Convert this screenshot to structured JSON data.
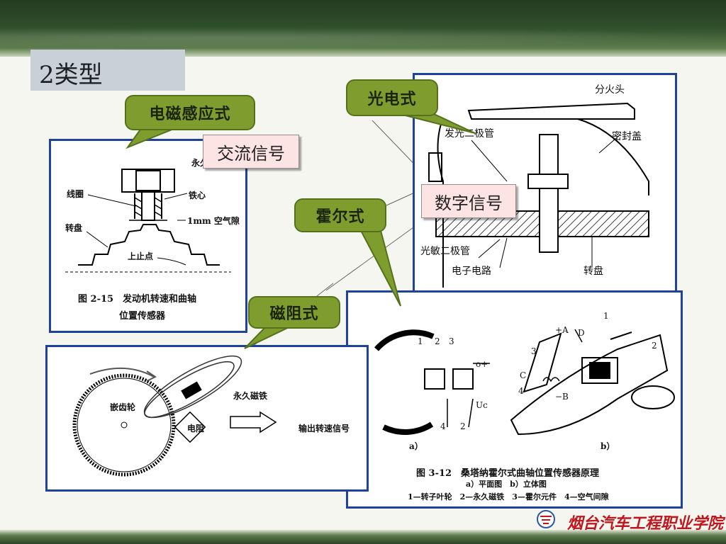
{
  "slide": {
    "title": "2类型"
  },
  "callouts": {
    "em": "电磁感应式",
    "photo": "光电式",
    "hall": "霍尔式",
    "mr": "磁阻式"
  },
  "signals": {
    "ac": "交流信号",
    "digital": "数字信号"
  },
  "fig_em": {
    "lbl_coil": "线圈",
    "lbl_magnet": "永久",
    "lbl_core": "铁心",
    "lbl_gap": "1mm 空气隙",
    "lbl_disc": "转盘",
    "lbl_tdc": "上止点",
    "caption1": "图 2-15　发动机转速和曲轴",
    "caption2": "位置传感器"
  },
  "fig_photo": {
    "lbl_rotor": "分火头",
    "lbl_led": "发光二极管",
    "lbl_cover": "密封盖",
    "lbl_pd": "光敏二极管",
    "lbl_circuit": "电子电路",
    "lbl_disc": "转盘"
  },
  "fig_hall": {
    "n1": "1",
    "n2": "2",
    "n3": "3",
    "n4": "4",
    "lbl_uc": "Uc",
    "lbl_plus": "o+",
    "lbl_a": "a）",
    "lbl_b": "b）",
    "lbl_pa": "+A",
    "lbl_d": "D",
    "lbl_c": "C",
    "lbl_mb": "−B",
    "caption": "图 3-12　桑塔纳霍尔式曲轴位置传感器原理",
    "caption_sub": "a）平面图　b）立体图",
    "legend": "1—转子叶轮　2—永久磁铁　3—霍尔元件　4—空气间隙"
  },
  "fig_mr": {
    "lbl_gear": "嵌齿轮",
    "lbl_magnet": "永久磁铁",
    "lbl_resistor": "电阻",
    "lbl_output": "输出转速信号"
  },
  "footer": {
    "school": "烟台汽车工程职业学院"
  },
  "colors": {
    "panel_border": "#20429a",
    "callout_fill": "#7e9d2e",
    "signal_fill": "#fde4e4",
    "school_red": "#c0171e"
  }
}
